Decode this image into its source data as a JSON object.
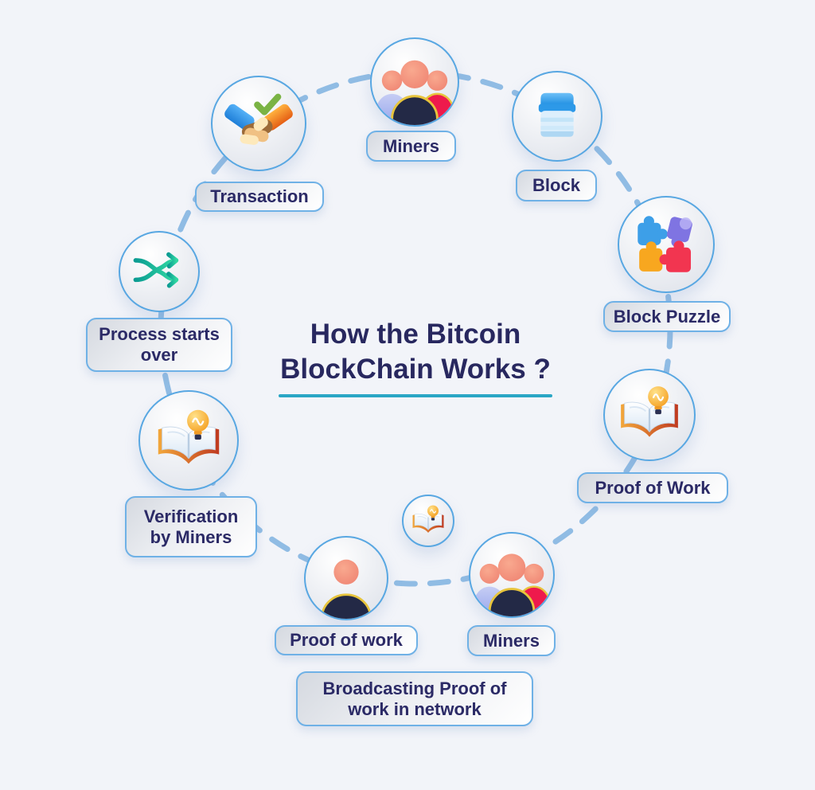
{
  "title": {
    "line1": "How the Bitcoin",
    "line2": "BlockChain Works ?"
  },
  "nodes": [
    {
      "id": "transaction",
      "label": "Transaction",
      "icon": "handshake-check-icon"
    },
    {
      "id": "miners-top",
      "label": "Miners",
      "icon": "miners-icon"
    },
    {
      "id": "block",
      "label": "Block",
      "icon": "block-icon"
    },
    {
      "id": "block-puzzle",
      "label": "Block Puzzle",
      "icon": "puzzle-icon"
    },
    {
      "id": "proof-of-work",
      "label": "Proof of Work",
      "icon": "book-bulb-icon"
    },
    {
      "id": "miners-bottom",
      "label": "Miners",
      "icon": "miners-icon"
    },
    {
      "id": "proof-of-work-bottom",
      "label": "Proof of work",
      "icon": "person-icon"
    },
    {
      "id": "verification",
      "label": "Verification by Miners",
      "icon": "book-bulb-icon"
    },
    {
      "id": "process-starts-over",
      "label": "Process starts over",
      "icon": "loop-arrows-icon"
    },
    {
      "id": "center-book",
      "label": "",
      "icon": "book-bulb-icon"
    },
    {
      "id": "broadcasting",
      "label": "Broadcasting Proof of work in network",
      "icon": null
    }
  ],
  "colors": {
    "bg": "#f2f4f9",
    "dash": "#7fb2e0",
    "title_ink": "#28285f",
    "label_ink": "#2b2a66",
    "underline": "#2aa6c5",
    "circle_border": "#58a7e2",
    "pill_border": "#6fb1e6"
  }
}
